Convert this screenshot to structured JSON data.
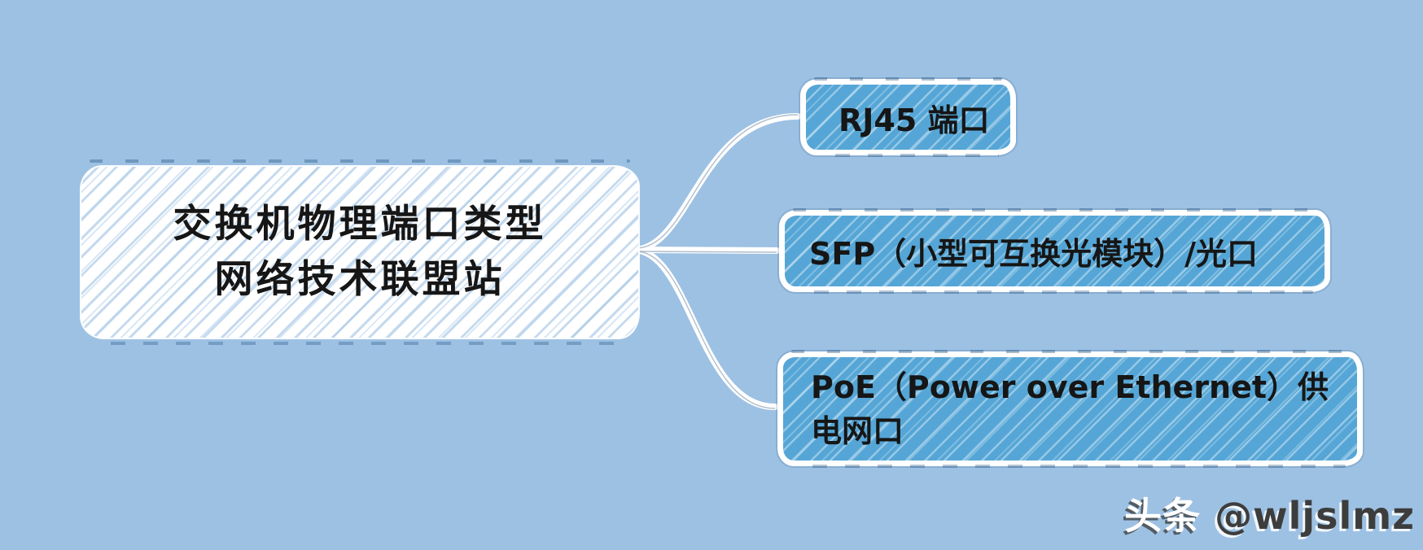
{
  "canvas": {
    "background_color": "#9dc1e3"
  },
  "root": {
    "line1": "交换机物理端口类型",
    "line2": "网络技术联盟站",
    "fill_color": "#ffffff",
    "hatch_color": "#96bce0",
    "text_color": "#161616"
  },
  "branches": [
    {
      "id": "rj45",
      "label": "RJ45 端口"
    },
    {
      "id": "sfp",
      "label": "SFP（小型可互换光模块）/光口"
    },
    {
      "id": "poe",
      "label": "PoE（Power over Ethernet）供电网口"
    }
  ],
  "branch_style": {
    "fill_color": "#55a6d6",
    "border_color": "#ffffff",
    "text_color": "#161616"
  },
  "connectors": {
    "stroke_color": "#ffffff"
  },
  "watermark": {
    "prefix": "头条",
    "handle": "@wljslmz"
  }
}
